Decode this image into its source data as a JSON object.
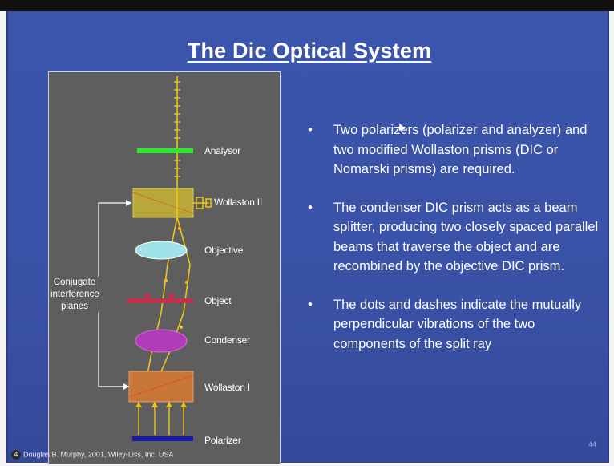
{
  "slide": {
    "title": "The Dic Optical System",
    "diagram": {
      "labels": {
        "analyser": "Analysor",
        "wollaston2": "Wollaston II",
        "objective": "Objective",
        "object": "Object",
        "condenser": "Condenser",
        "wollaston1": "Wollaston I",
        "polarizer": "Polarizer"
      },
      "conjugate_lines": [
        "Conjugate",
        "interference",
        "planes"
      ],
      "colors": {
        "panel": "#5e5e5e",
        "beam": "#f0c419",
        "analyser": "#2ee82e",
        "prism": "#b8a83a",
        "prism1": "#c8763a",
        "objective": "#9fe3e8",
        "object": "#c0304a",
        "condenser": "#b03cb8",
        "polarizer": "#1a1a9e"
      }
    },
    "bullets": [
      "Two polarizers (polarizer and analyzer) and two modified Wollaston prisms (DIC or Nomarski prisms) are required.",
      "The condenser DIC prism acts as a beam splitter, producing two closely spaced parallel beams that traverse the object and are recombined by the objective DIC prism.",
      "The dots and dashes indicate the mutually perpendicular vibrations of the two components of the split ray"
    ],
    "bullet_symbol": "•",
    "footer": "Douglas B. Murphy, 2001, Wiley-Liss, Inc. USA",
    "footer_icon": "4",
    "page_number": "44"
  }
}
